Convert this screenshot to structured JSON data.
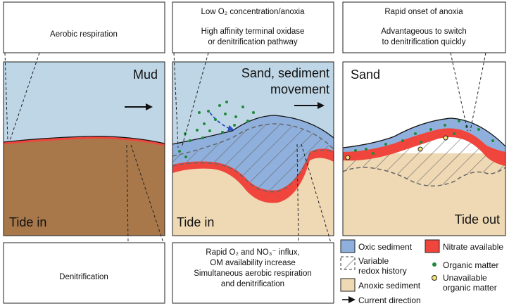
{
  "panels": [
    {
      "top_box": [
        "Aerobic respiration"
      ],
      "scene_labels": [
        "Mud"
      ],
      "bottom_left_label": "Tide in",
      "bottom_box": [
        "Denitrification"
      ]
    },
    {
      "top_box": [
        "Low O₂ concentration/anoxia",
        "High affinity terminal oxidase",
        "or denitrification pathway"
      ],
      "scene_labels": [
        "Sand, sediment",
        "movement"
      ],
      "bottom_left_label": "Tide in",
      "bottom_box": [
        "Rapid O₂ and NO₃⁻ influx,",
        "OM availability increase",
        "Simultaneous aerobic respiration",
        "and denitrification"
      ]
    },
    {
      "top_box": [
        "Rapid onset of anoxia",
        "Advantageous to switch",
        "to denitrification quickly"
      ],
      "scene_labels": [
        "Sand"
      ],
      "bottom_right_label": "Tide out"
    }
  ],
  "legend": {
    "oxic": "Oxic sediment",
    "nitrate": "Nitrate available",
    "variable_line1": "Variable",
    "variable_line2": "redox history",
    "organic": "Organic matter",
    "anoxic": "Anoxic sediment",
    "unavailable_line1": "Unavailable",
    "unavailable_line2": "organic matter",
    "current": "Current direction"
  },
  "colors": {
    "water": "#bfd6e6",
    "mud": "#a8784a",
    "sand": "#efd9b4",
    "oxic": "#8fb0dc",
    "nitrate": "#f0453d",
    "organic_dot": "#1f8a3a",
    "unavailable_dot": "#f5e27a"
  }
}
